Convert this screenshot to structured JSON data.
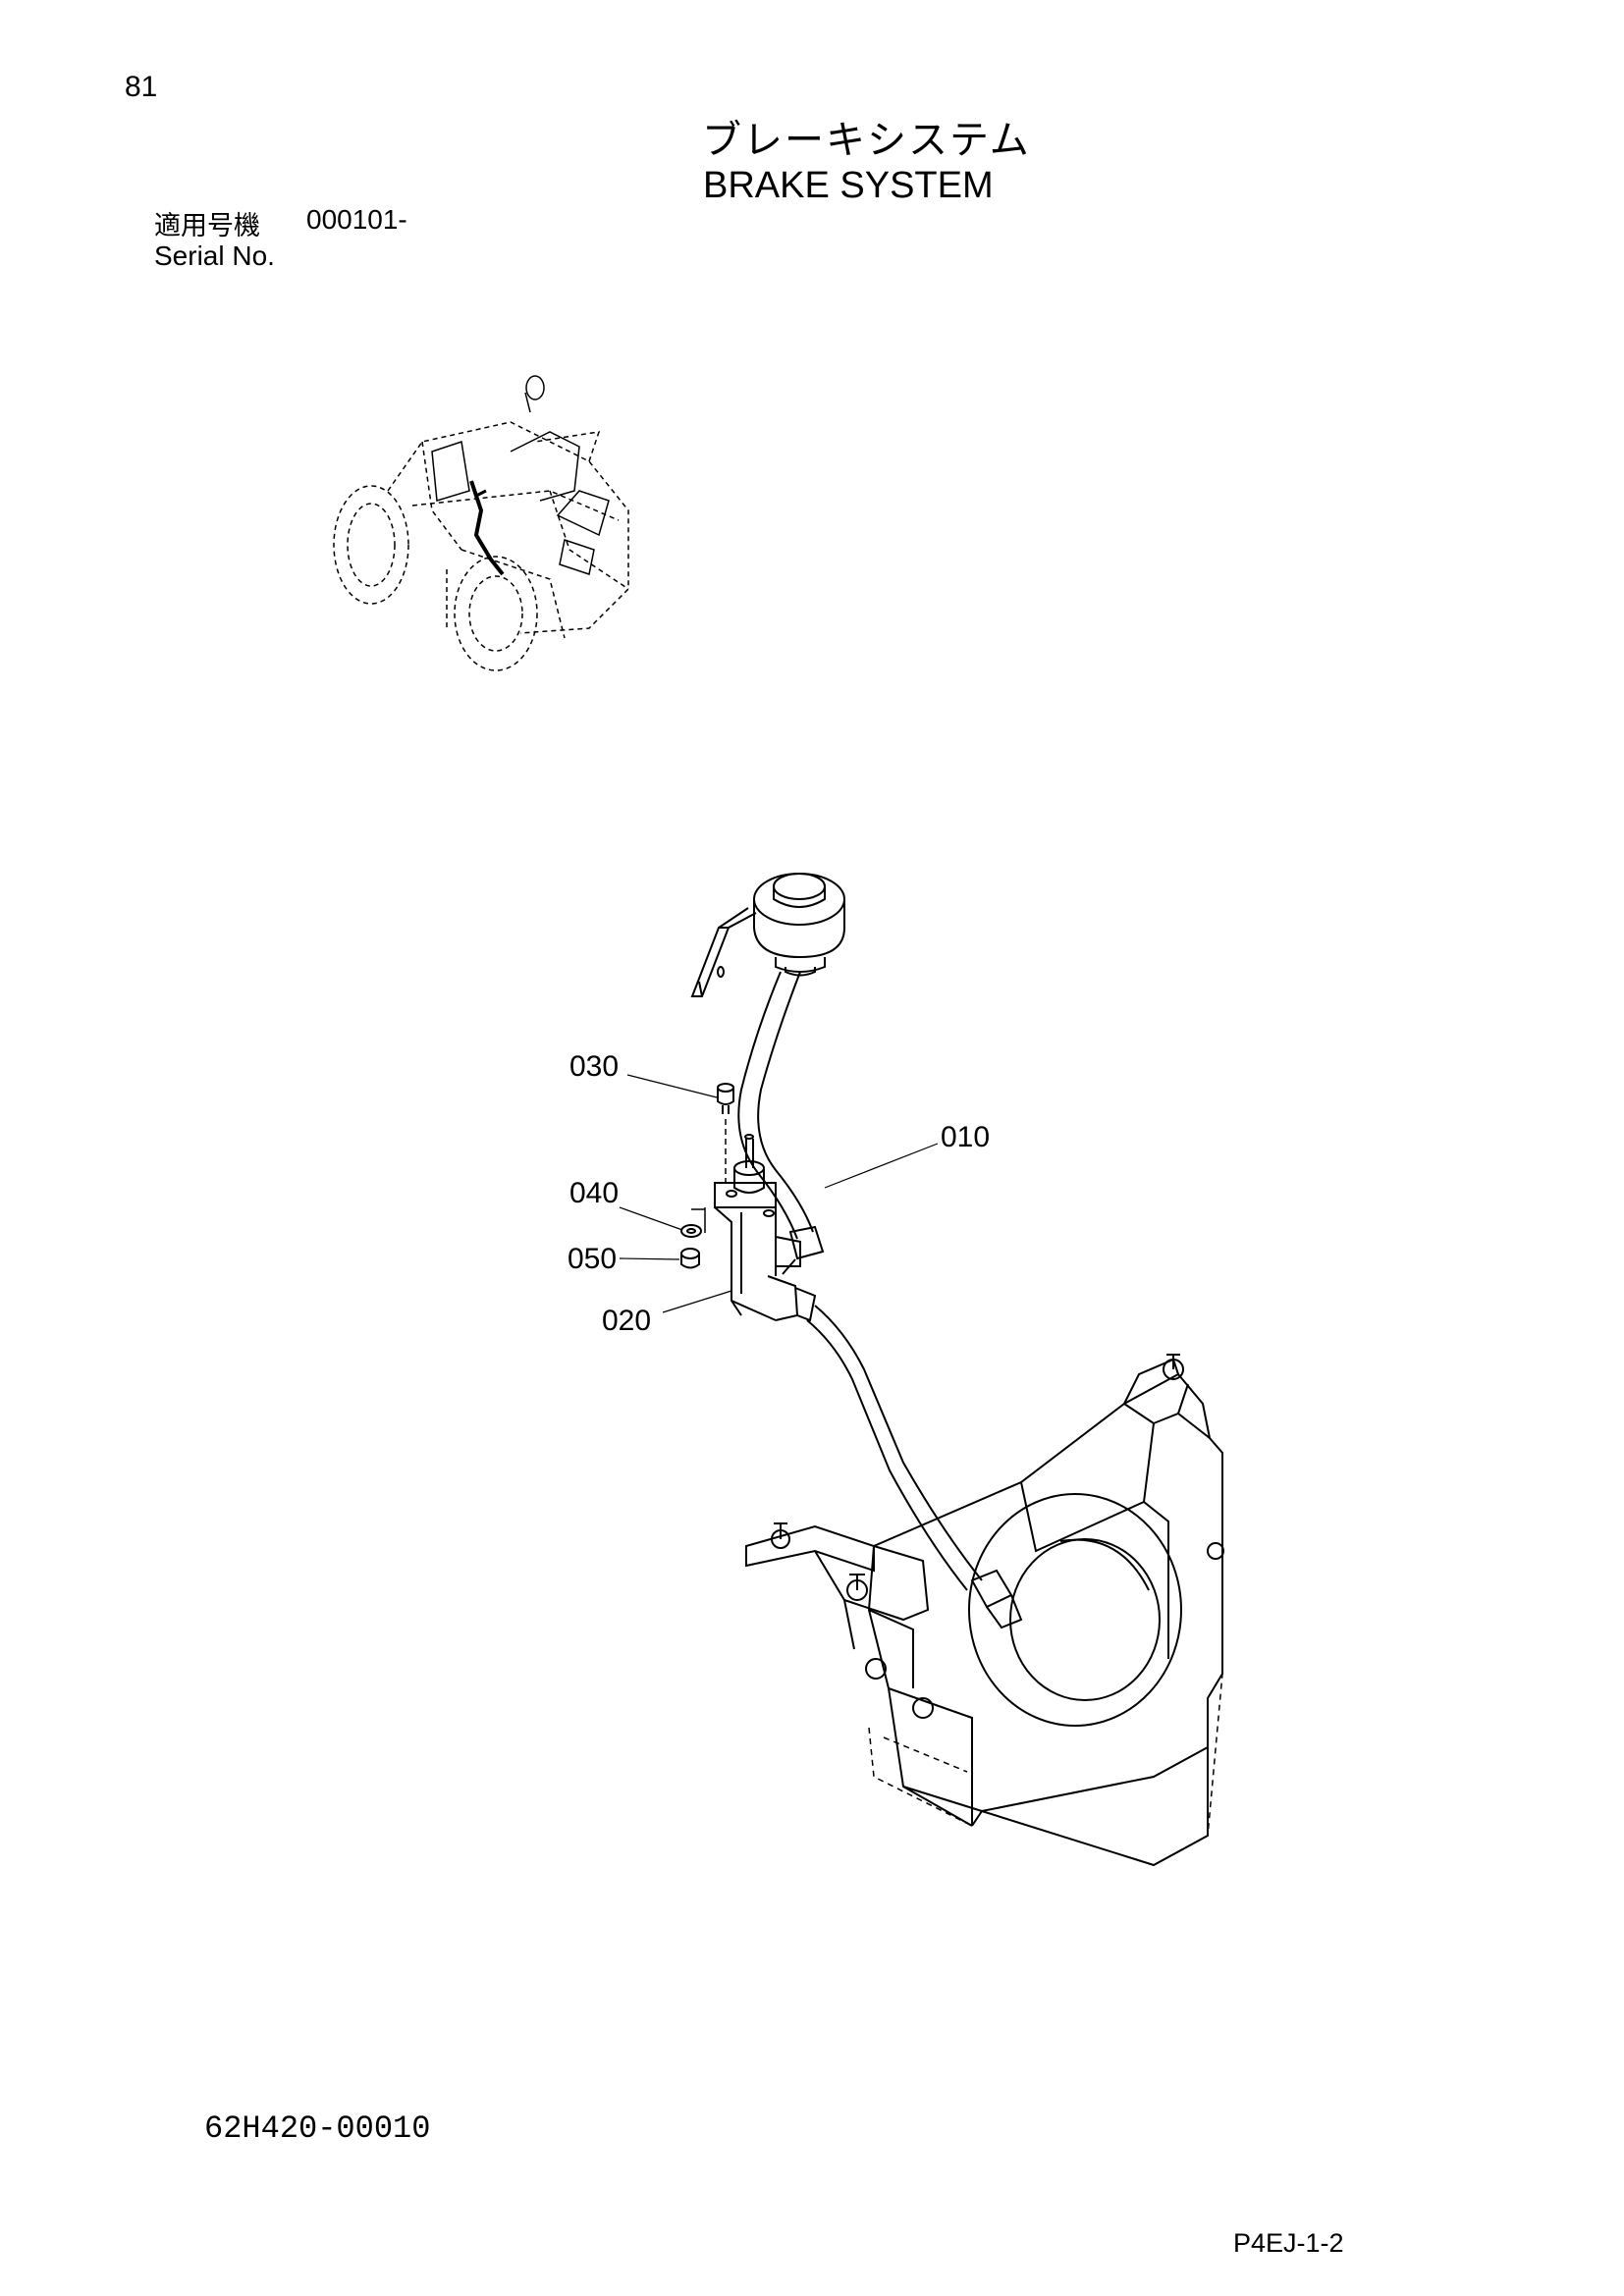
{
  "header": {
    "page_number": "81",
    "title_jp": "ブレーキシステム",
    "title_en": "BRAKE SYSTEM",
    "serial_label_jp": "適用号機",
    "serial_value": "000101-",
    "serial_label_en": "Serial No."
  },
  "callouts": [
    {
      "id": "010",
      "label": "010"
    },
    {
      "id": "020",
      "label": "020"
    },
    {
      "id": "030",
      "label": "030"
    },
    {
      "id": "040",
      "label": "040"
    },
    {
      "id": "050",
      "label": "050"
    }
  ],
  "footer": {
    "drawing_code": "62H420-00010",
    "page_code": "P4EJ-1-2"
  }
}
